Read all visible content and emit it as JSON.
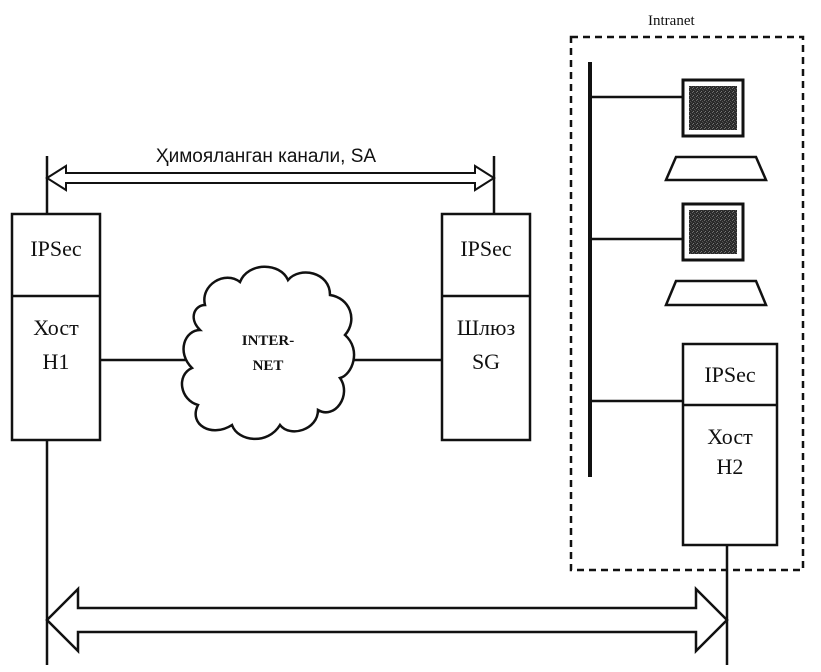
{
  "intranet_label": "Intranet",
  "secure_channel_label": "Ҳимояланган канали, SA",
  "host_h1": {
    "protocol": "IPSec",
    "name_line1": "Хост",
    "name_line2": "H1"
  },
  "cloud": {
    "line1": "INTER-",
    "line2": "NET"
  },
  "gateway_sg": {
    "protocol": "IPSec",
    "name_line1": "Шлюз",
    "name_line2": "SG"
  },
  "host_h2": {
    "protocol": "IPSec",
    "name_line1": "Хост",
    "name_line2": "H2"
  },
  "icons": {
    "workstation_1": "computer-icon",
    "workstation_2": "computer-icon",
    "internet": "cloud-icon"
  },
  "colors": {
    "line": "#111111",
    "background": "#ffffff",
    "monitor_screen": "#3a3a3a"
  }
}
